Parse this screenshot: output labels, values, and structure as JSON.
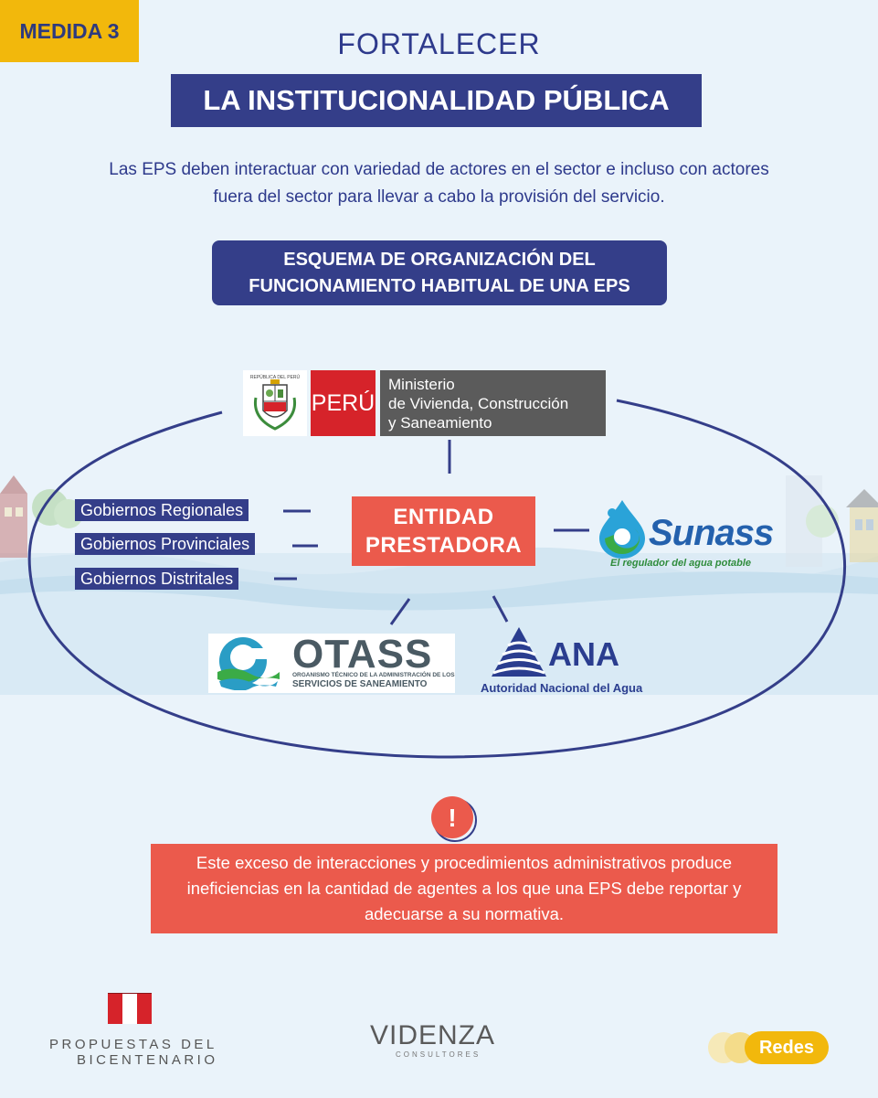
{
  "badge": "MEDIDA 3",
  "title_line1": "FORTALECER",
  "title_line2": "LA INSTITUCIONALIDAD PÚBLICA",
  "intro_lines": [
    "Las EPS deben interactuar con variedad de actores en el sector e incluso con actores",
    "fuera del sector para llevar a cabo la provisión del servicio."
  ],
  "scheme_title_lines": [
    "ESQUEMA DE ORGANIZACIÓN DEL",
    "FUNCIONAMIENTO HABITUAL DE UNA EPS"
  ],
  "ministerio": {
    "emblem_text": "REPÚBLICA DEL PERÚ",
    "peru": "PERÚ",
    "lines": [
      "Ministerio",
      "de Vivienda, Construcción",
      "y Saneamiento"
    ]
  },
  "entidad_lines": [
    "ENTIDAD",
    "PRESTADORA"
  ],
  "gobiernos": [
    "Gobiernos Regionales",
    "Gobiernos Provinciales",
    "Gobiernos Distritales"
  ],
  "sunass": {
    "name": "Sunass",
    "tagline": "El regulador del agua potable"
  },
  "otass": {
    "name": "OTASS",
    "sub1": "ORGANISMO TÉCNICO DE LA ADMINISTRACIÓN DE LOS",
    "sub2": "SERVICIOS DE SANEAMIENTO"
  },
  "ana": {
    "name": "ANA",
    "sub": "Autoridad Nacional del Agua"
  },
  "warning": {
    "symbol": "!",
    "lines": [
      "Este exceso de interacciones y procedimientos administrativos produce",
      "ineficiencias en la cantidad de agentes a los que una EPS debe reportar y",
      "adecuarse a su normativa."
    ]
  },
  "footer": {
    "propuestas_line1": "PROPUESTAS DEL",
    "propuestas_line2": "BICENTENARIO",
    "videnza": "VIDENZA",
    "videnza_sub": "CONSULTORES",
    "redes": "Redes"
  },
  "colors": {
    "navy": "#343e89",
    "red": "#eb5a4c",
    "yellow": "#f2b80c",
    "background": "#eaf3fa"
  }
}
